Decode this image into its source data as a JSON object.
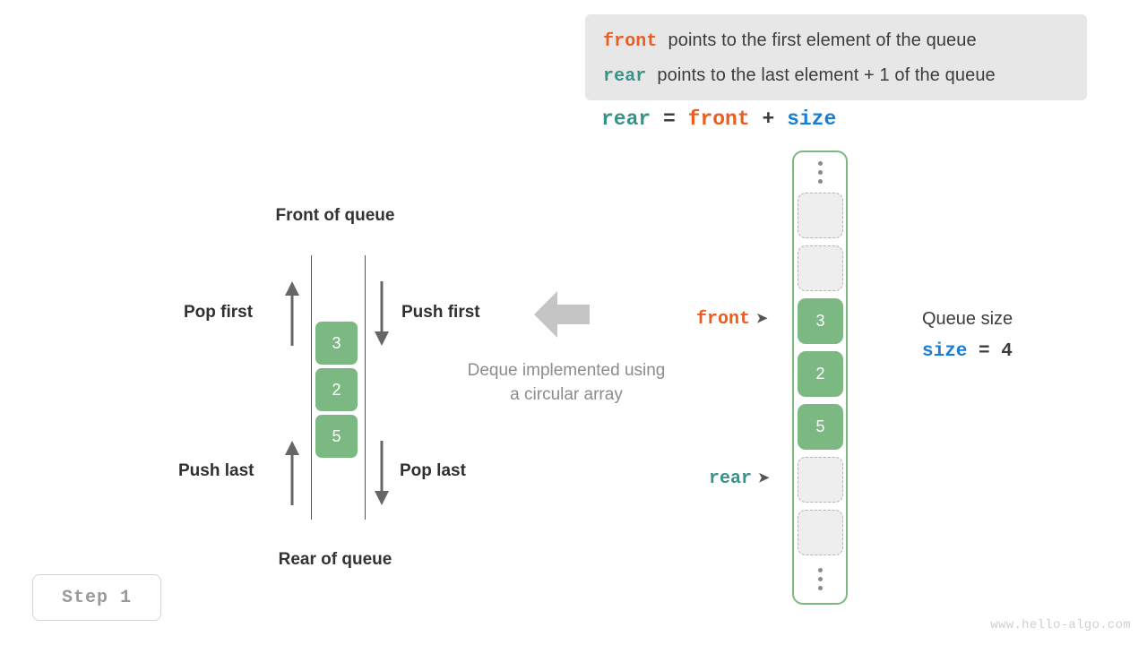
{
  "legend": {
    "line1": {
      "keyword": "front",
      "text": "points to the first element of the queue",
      "color": "#ec5b20"
    },
    "line2": {
      "keyword": "rear",
      "text": "points to the last element + 1 of the queue",
      "color": "#389287"
    }
  },
  "formula": {
    "lhs": "rear",
    "eq": " = ",
    "rhs1": "front",
    "plus": " + ",
    "rhs2": "size"
  },
  "deque": {
    "front_label": "Front of queue",
    "rear_label": "Rear of queue",
    "pop_first": "Pop first",
    "push_first": "Push first",
    "push_last": "Push last",
    "pop_last": "Pop last",
    "cells": [
      "3",
      "2",
      "5"
    ],
    "caption_line1": "Deque implemented using",
    "caption_line2": "a circular array"
  },
  "array": {
    "cells": [
      {
        "type": "dots",
        "value": ""
      },
      {
        "type": "empty",
        "value": ""
      },
      {
        "type": "empty",
        "value": ""
      },
      {
        "type": "filled",
        "value": "3"
      },
      {
        "type": "filled",
        "value": "2"
      },
      {
        "type": "filled",
        "value": "5"
      },
      {
        "type": "empty",
        "value": ""
      },
      {
        "type": "empty",
        "value": ""
      },
      {
        "type": "dots",
        "value": ""
      }
    ],
    "front_pointer": "front",
    "rear_pointer": "rear",
    "pointer_glyph": "➤"
  },
  "queue_size": {
    "title": "Queue size",
    "var": "size",
    "expr": " = 4"
  },
  "step": {
    "label": "Step 1"
  },
  "watermark": {
    "text": "www.hello-algo.com"
  },
  "colors": {
    "green": "#7cb882",
    "orange": "#ec5b20",
    "teal": "#389287",
    "blue": "#1a7fd4",
    "gray": "#8c8c8c"
  }
}
